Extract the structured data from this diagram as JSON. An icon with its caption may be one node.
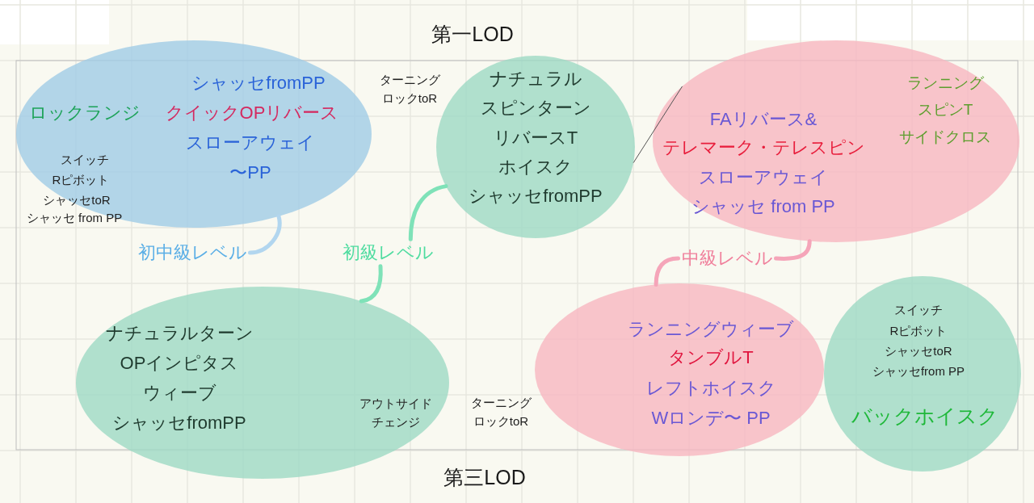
{
  "diagram": {
    "nodes": [
      {
        "text": [
          "ロックランジ",
          "シャッセfromPP",
          "クイックOPリバース",
          "スローアウェイ",
          "〜PP",
          "スイッチ",
          "Rピボット",
          "シャッセtoR",
          "シャッセ from PP"
        ]
      },
      {
        "text": [
          "ナチュラルスピンターン",
          "リバースT",
          "ホイスク",
          "シャッセfromPP"
        ]
      },
      {
        "text": [
          "FAリバース&",
          "テレマーク・テレスピン",
          "スローアウェイ",
          "シャッセ from PP",
          "ランニングスピンT",
          "サイドクロス"
        ]
      },
      {
        "text": [
          "初中級レベル"
        ]
      },
      {
        "text": [
          "初級レベル"
        ]
      },
      {
        "text": [
          "中級レベル"
        ]
      },
      {
        "text": [
          "ナチュラルターン",
          "OPインピタス",
          "ウィーブ",
          "シャッセfromPP",
          "アウトサイドチェンジ"
        ]
      },
      {
        "text": [
          "ランニングウィーブ",
          "タンブルT",
          "レフトホイスク",
          "Wロンデ〜 PP"
        ]
      },
      {
        "text": [
          "スイッチ",
          "Rピボット",
          "シャッセtoR",
          "シャッセfrom PP",
          "バックホイスク"
        ]
      }
    ],
    "edges": [
      {
        "from": 3,
        "to": 0,
        "arrow": "none",
        "color": "#b2d6ef"
      },
      {
        "from": 4,
        "to": 1,
        "arrow": "none",
        "color": "#7fe2b8"
      },
      {
        "from": 4,
        "to": 6,
        "arrow": "none",
        "color": "#7fe2b8"
      },
      {
        "from": 5,
        "to": 2,
        "arrow": "none",
        "color": "#f5a5b9"
      },
      {
        "from": 5,
        "to": 7,
        "arrow": "none",
        "color": "#f5a5b9"
      },
      {
        "from": 1,
        "to": 2,
        "arrow": "none",
        "color": "#555555"
      }
    ],
    "labels": [
      "第一LOD",
      "ターニングロックtoR",
      "ターニングロックtoR",
      "第三LOD"
    ]
  }
}
